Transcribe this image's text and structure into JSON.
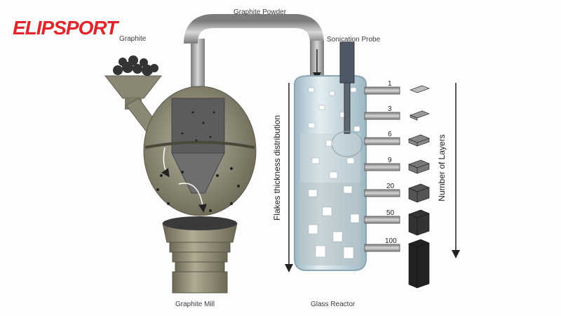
{
  "logo": {
    "text": "ELIPSPORT",
    "color": "#e0252b"
  },
  "labels": {
    "graphite_powder": "Graphite Powder",
    "graphite": "Graphite",
    "sonication_probe": "Sonication Probe",
    "graphite_mill": "Graphite Mill",
    "glass_reactor": "Glass Reactor",
    "flakes_axis": "Flakes thickness distribution",
    "layers_axis": "Number of Layers"
  },
  "layer_counts": [
    "1",
    "3",
    "6",
    "9",
    "20",
    "50",
    "100"
  ],
  "colors": {
    "mill": "#8a8775",
    "mill_dark": "#5f5c4e",
    "pipe": "#9a9a9a",
    "reactor": "#c9dbe3",
    "flake_block": "#2a2a2a"
  }
}
